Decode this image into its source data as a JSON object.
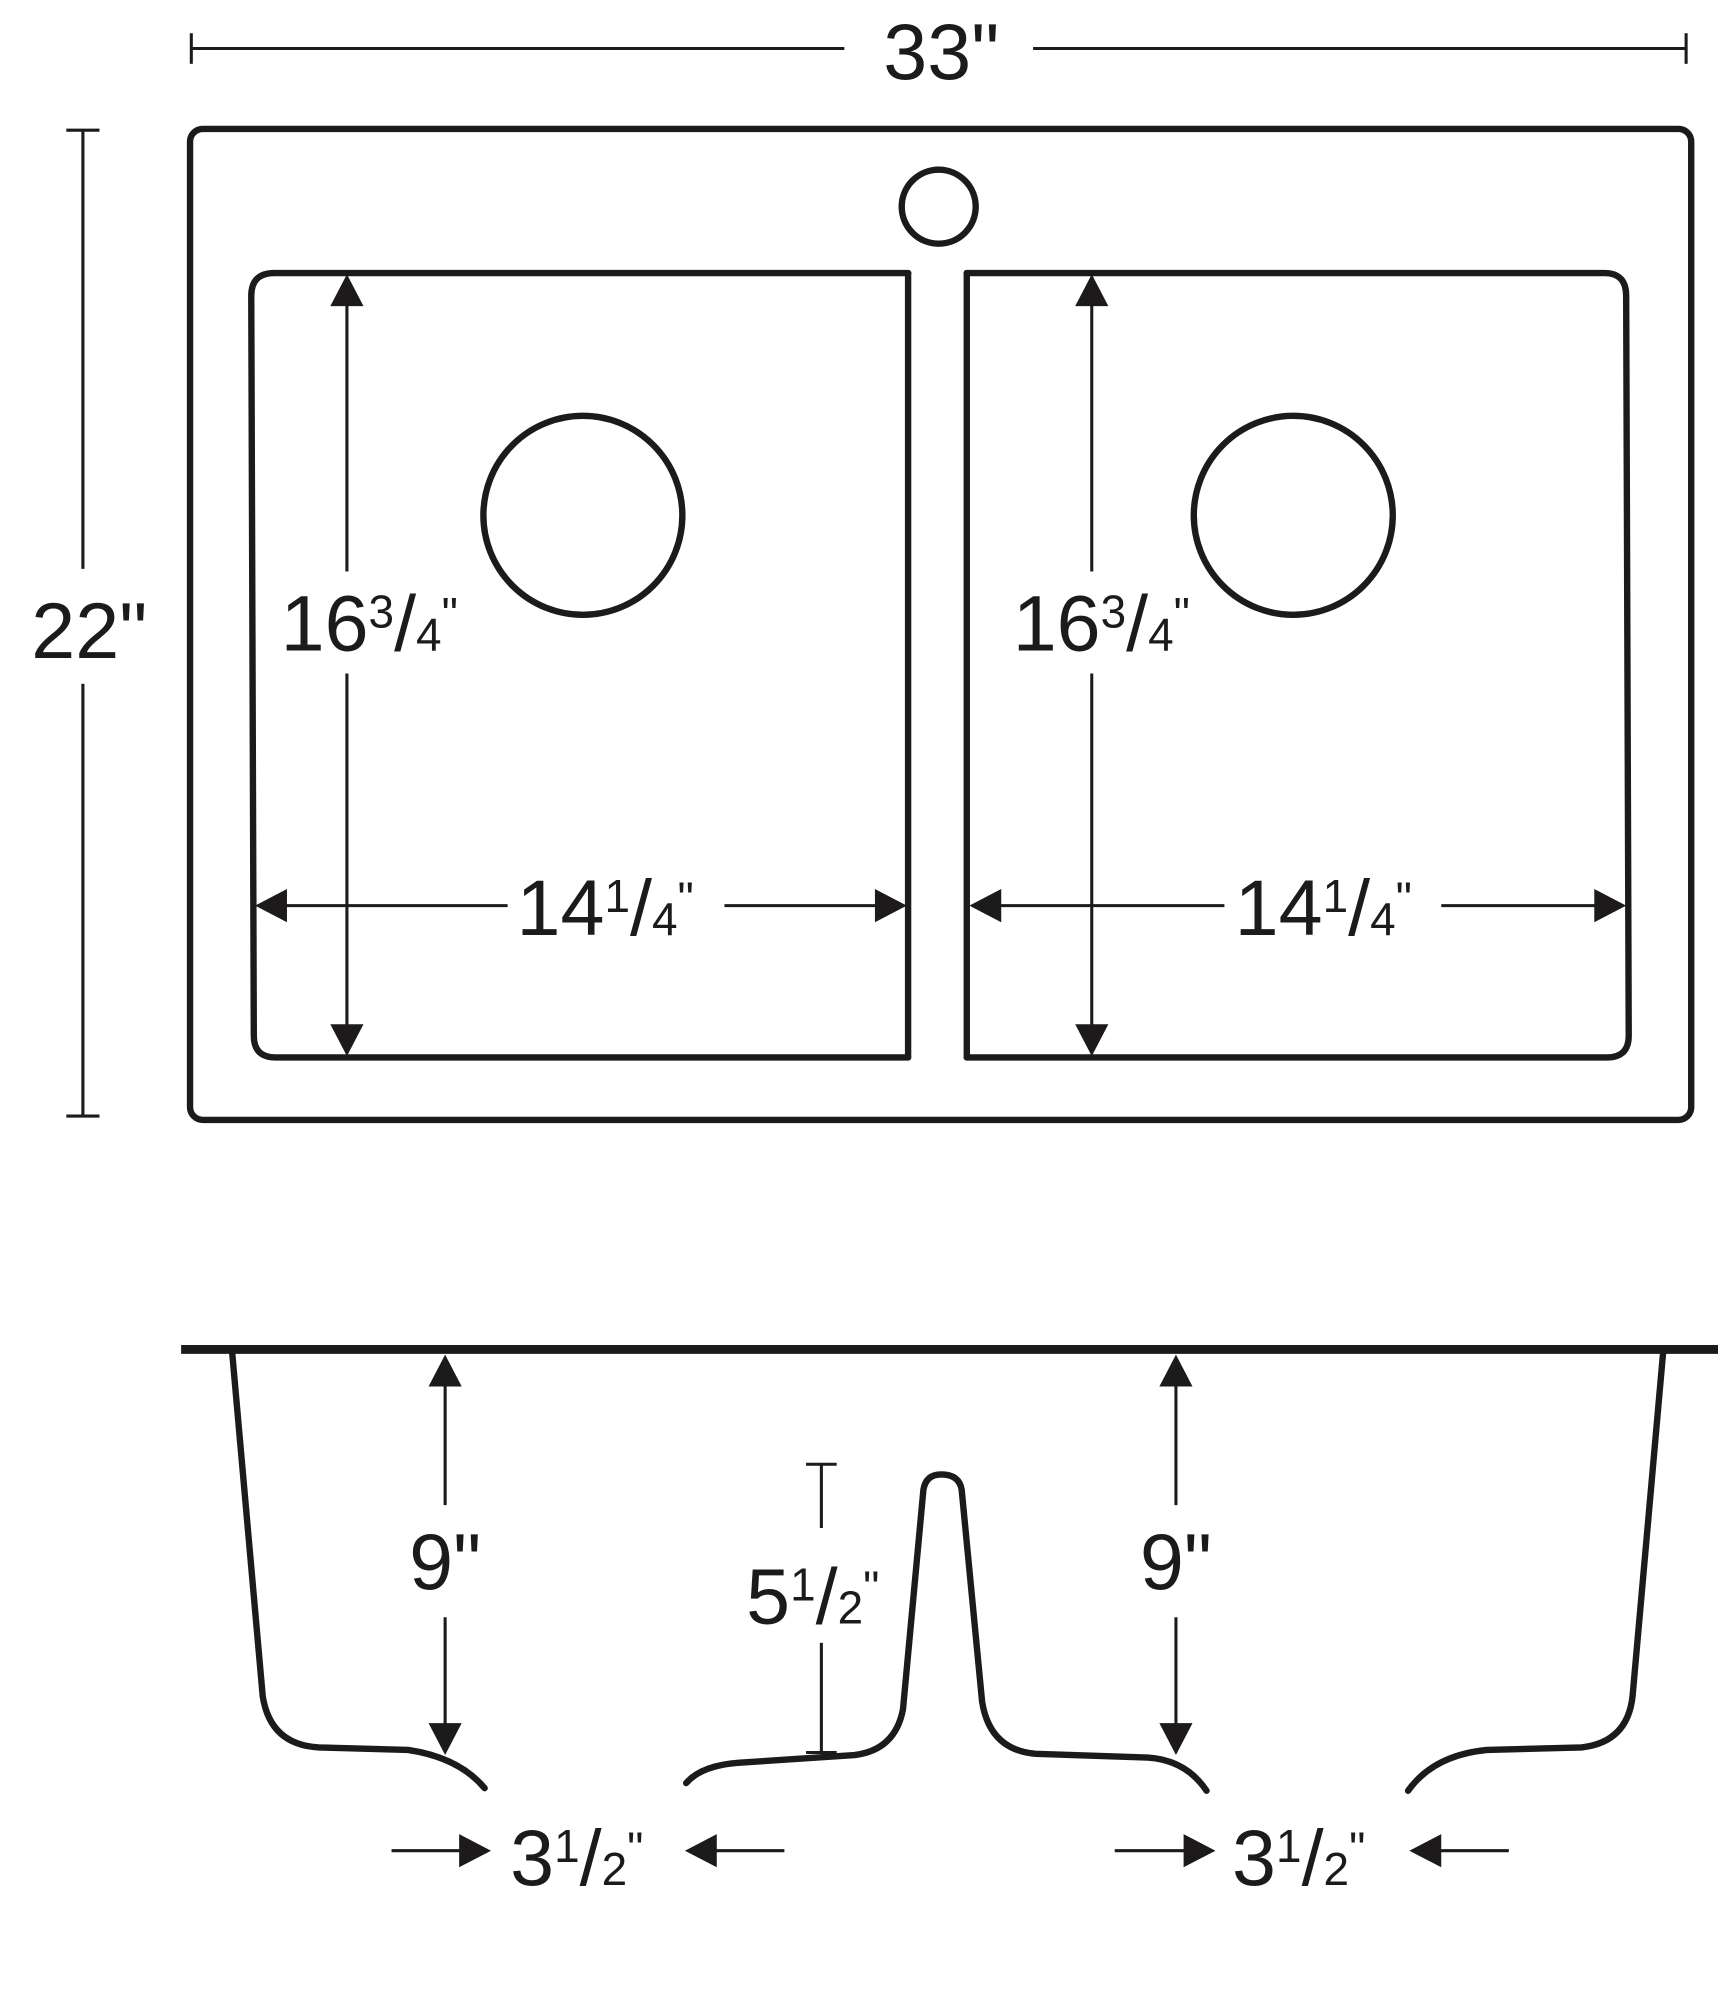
{
  "diagram": {
    "subject": "Double-bowl drop-in sink dimensions",
    "colors": {
      "line": "#1c1a1a",
      "background": "#ffffff"
    },
    "top_view": {
      "overall_width": {
        "whole": "33",
        "fraction_num": "",
        "fraction_den": "",
        "unit": "\""
      },
      "overall_depth": {
        "whole": "22",
        "fraction_num": "",
        "fraction_den": "",
        "unit": "\""
      },
      "left_bowl": {
        "depth": {
          "whole": "16",
          "fraction_num": "3",
          "fraction_den": "4",
          "unit": "\""
        },
        "width": {
          "whole": "14",
          "fraction_num": "1",
          "fraction_den": "4",
          "unit": "\""
        }
      },
      "right_bowl": {
        "depth": {
          "whole": "16",
          "fraction_num": "3",
          "fraction_den": "4",
          "unit": "\""
        },
        "width": {
          "whole": "14",
          "fraction_num": "1",
          "fraction_den": "4",
          "unit": "\""
        }
      },
      "features": [
        "faucet-hole",
        "left-drain",
        "right-drain",
        "center-divider"
      ]
    },
    "side_view": {
      "left_bowl_depth": {
        "whole": "9",
        "unit": "\""
      },
      "right_bowl_depth": {
        "whole": "9",
        "unit": "\""
      },
      "divider_height": {
        "whole": "5",
        "fraction_num": "1",
        "fraction_den": "2",
        "unit": "\""
      },
      "left_drain_opening": {
        "whole": "3",
        "fraction_num": "1",
        "fraction_den": "2",
        "unit": "\""
      },
      "right_drain_opening": {
        "whole": "3",
        "fraction_num": "1",
        "fraction_den": "2",
        "unit": "\""
      }
    }
  }
}
